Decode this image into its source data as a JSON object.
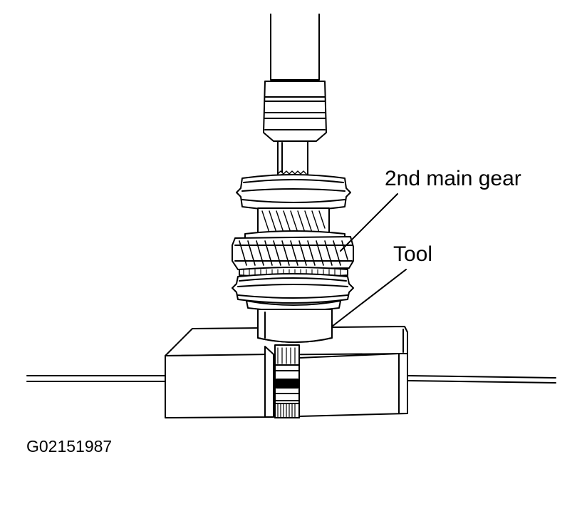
{
  "labels": {
    "gear": "2nd main gear",
    "tool": "Tool"
  },
  "figure_id": "G02151987",
  "colors": {
    "line": "#000000",
    "fill": "#ffffff"
  }
}
